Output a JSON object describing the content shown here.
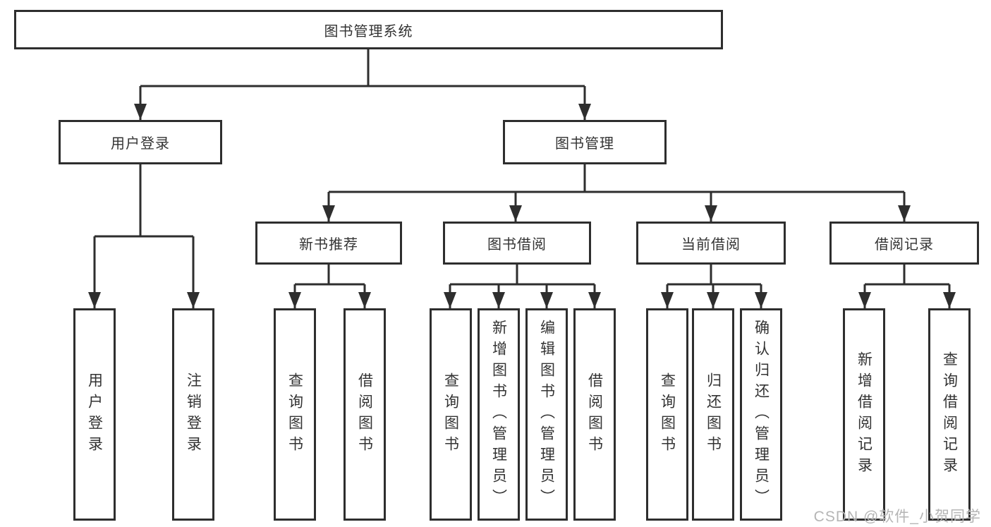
{
  "colors": {
    "line": "#2e2e2e",
    "text": "#333333",
    "background": "#ffffff",
    "watermark": "#b5b5b5"
  },
  "nodes": {
    "root": {
      "label": "图书管理系统"
    },
    "user_login": {
      "label": "用户登录"
    },
    "book_mgmt": {
      "label": "图书管理"
    },
    "new_book_rec": {
      "label": "新书推荐"
    },
    "book_borrow": {
      "label": "图书借阅"
    },
    "current_borrow": {
      "label": "当前借阅"
    },
    "borrow_records": {
      "label": "借阅记录"
    },
    "leaves": [
      {
        "label": "用户登录",
        "parent": "用户登录"
      },
      {
        "label": "注销登录",
        "parent": "用户登录"
      },
      {
        "label": "查询图书",
        "parent": "新书推荐"
      },
      {
        "label": "借阅图书",
        "parent": "新书推荐"
      },
      {
        "label": "查询图书",
        "parent": "图书借阅"
      },
      {
        "label": "新增图书（管理员）",
        "parent": "图书借阅"
      },
      {
        "label": "编辑图书（管理员）",
        "parent": "图书借阅"
      },
      {
        "label": "借阅图书",
        "parent": "图书借阅"
      },
      {
        "label": "查询图书",
        "parent": "当前借阅"
      },
      {
        "label": "归还图书",
        "parent": "当前借阅"
      },
      {
        "label": "确认归还（管理员）",
        "parent": "当前借阅"
      },
      {
        "label": "新增借阅记录",
        "parent": "借阅记录"
      },
      {
        "label": "查询借阅记录",
        "parent": "借阅记录"
      }
    ]
  },
  "watermark": {
    "text": "CSDN @软件_小贺同学"
  }
}
